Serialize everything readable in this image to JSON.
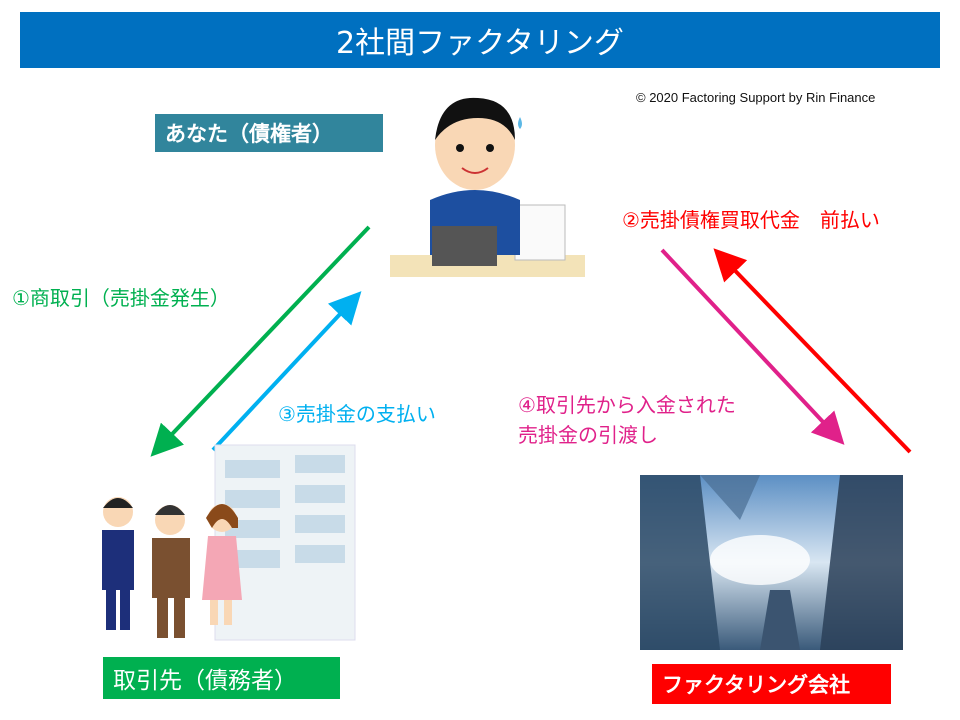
{
  "title": "2社間ファクタリング",
  "copyright": "© 2020 Factoring Support  by Rin Finance",
  "parties": {
    "creditor": "あなた（債権者）",
    "debtor": "取引先（債務者）",
    "factoring_company": "ファクタリング会社"
  },
  "steps": {
    "step1": "①商取引（売掛金発生）",
    "step2": "②売掛債権買取代金　前払い",
    "step3": "③売掛金の支払い",
    "step4_line1": "④取引先から入金された",
    "step4_line2": "売掛金の引渡し"
  },
  "colors": {
    "title_bg": "#0070c0",
    "creditor_bg": "#31859c",
    "debtor_bg": "#00b050",
    "factoring_bg": "#ff0000",
    "step1": "#00b050",
    "step2": "#ff0000",
    "step3": "#00b0f0",
    "step4": "#e0218a"
  }
}
